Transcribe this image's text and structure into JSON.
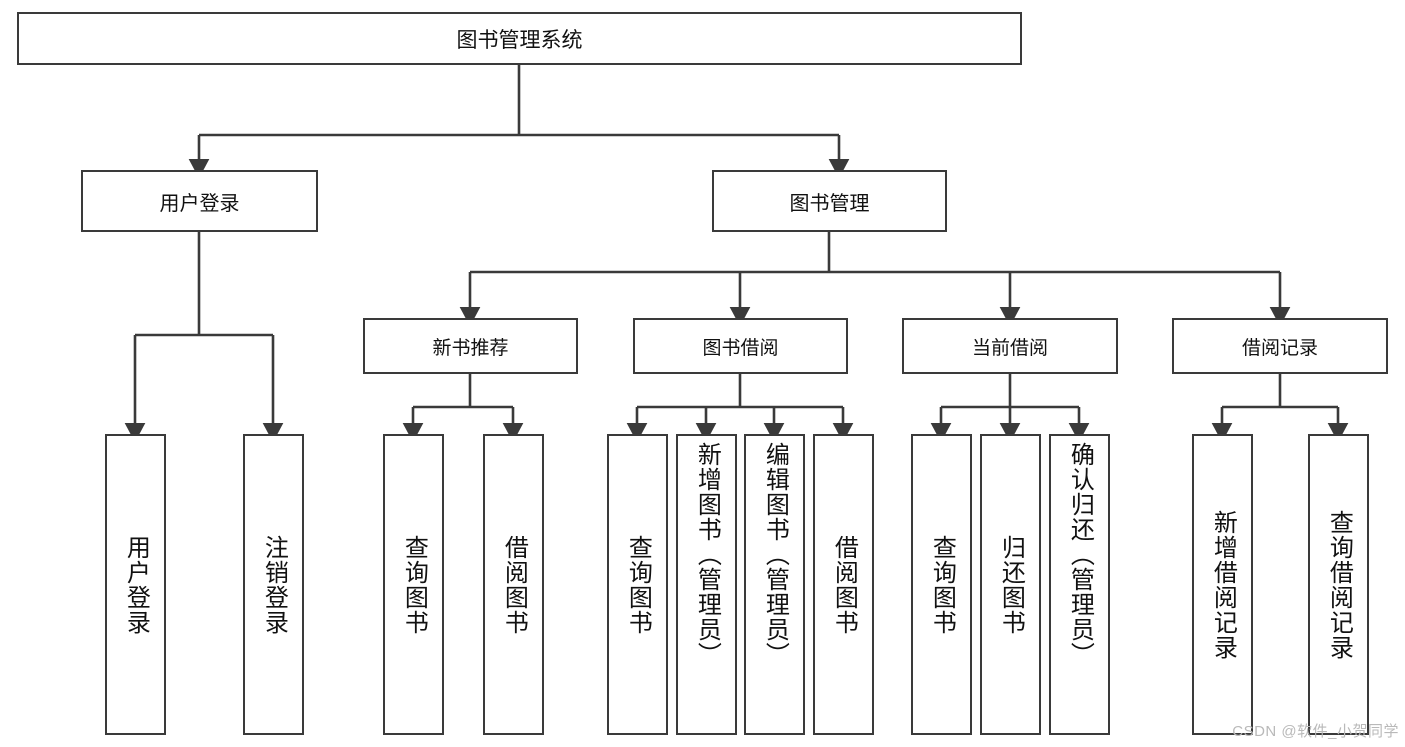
{
  "diagram": {
    "type": "tree",
    "title": "图书管理系统",
    "root": {
      "label": "图书管理系统"
    },
    "level2": [
      {
        "label": "用户登录"
      },
      {
        "label": "图书管理"
      }
    ],
    "level3": [
      {
        "label": "新书推荐"
      },
      {
        "label": "图书借阅"
      },
      {
        "label": "当前借阅"
      },
      {
        "label": "借阅记录"
      }
    ],
    "leaves": {
      "user_login": [
        {
          "label": "用户登录"
        },
        {
          "label": "注销登录"
        }
      ],
      "new_book_recommend": [
        {
          "label": "查询图书"
        },
        {
          "label": "借阅图书"
        }
      ],
      "book_borrow": [
        {
          "label": "查询图书"
        },
        {
          "label": "新增图书（管理员）"
        },
        {
          "label": "编辑图书（管理员）"
        },
        {
          "label": "借阅图书"
        }
      ],
      "current_borrow": [
        {
          "label": "查询图书"
        },
        {
          "label": "归还图书"
        },
        {
          "label": "确认归还（管理员）"
        }
      ],
      "borrow_record": [
        {
          "label": "新增借阅记录"
        },
        {
          "label": "查询借阅记录"
        }
      ]
    },
    "watermark": "CSDN @软件_小贺同学",
    "colors": {
      "box_border": "#3a3a3a",
      "box_fill": "#ffffff",
      "line": "#3a3a3a",
      "text": "#111111",
      "watermark": "#b9b9b9"
    }
  }
}
